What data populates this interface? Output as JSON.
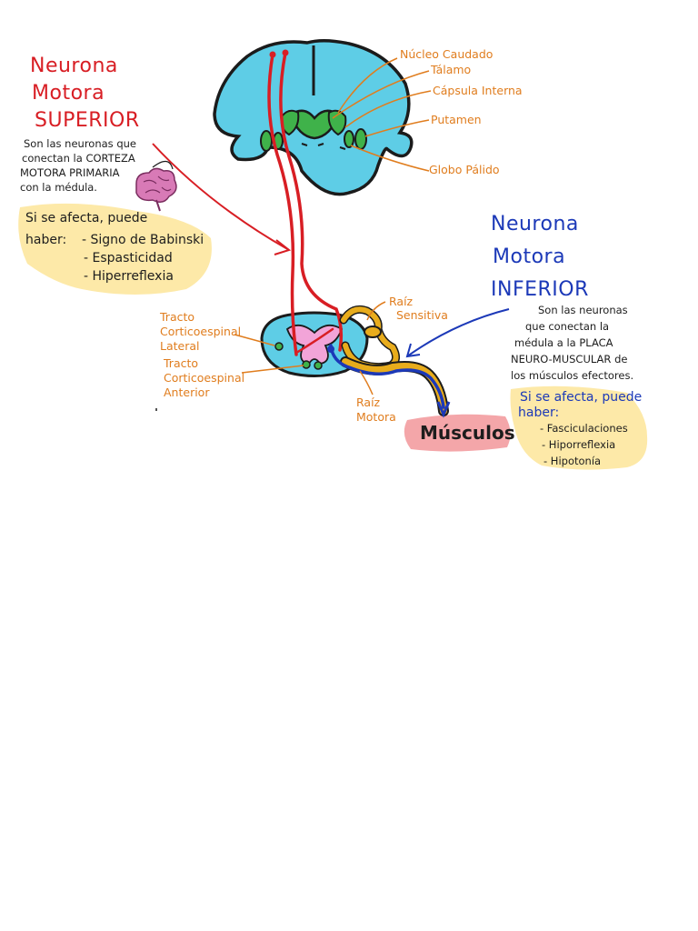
{
  "upper_neuron": {
    "title_line1": "Neurona",
    "title_line2": "Motora",
    "title_line3": "SUPERIOR",
    "desc_line1": "Son las neuronas que",
    "desc_line2": "conectan la CORTEZA",
    "desc_line3": "MOTORA PRIMARIA",
    "desc_line4": "con la médula.",
    "effects_title_line1": "Si se afecta, puede",
    "effects_title_line2": "haber:",
    "effects": [
      "- Signo de Babinski",
      "- Espasticidad",
      "- Hiperreflexia"
    ]
  },
  "lower_neuron": {
    "title_line1": "Neurona",
    "title_line2": "Motora",
    "title_line3": "INFERIOR",
    "desc_line1": "Son las neuronas",
    "desc_line2": "que conectan la",
    "desc_line3": "médula a la PLACA",
    "desc_line4": "NEURO-MUSCULAR de",
    "desc_line5": "los músculos efectores.",
    "effects_title_line1": "Si se afecta, puede",
    "effects_title_line2": "haber:",
    "effects": [
      "- Fasciculaciones",
      "- Hiporreflexia",
      "- Hipotonía"
    ]
  },
  "brain_labels": {
    "caudate": "Núcleo Caudado",
    "thalamus": "Tálamo",
    "internal_capsule": "Cápsula Interna",
    "putamen": "Putamen",
    "globus_pallidus": "Globo Pálido"
  },
  "spinal_labels": {
    "lateral_l1": "Tracto",
    "lateral_l2": "Corticoespinal",
    "lateral_l3": "Lateral",
    "anterior_l1": "Tracto",
    "anterior_l2": "Corticoespinal",
    "anterior_l3": "Anterior",
    "sensory_l1": "Raíz",
    "sensory_l2": "Sensitiva",
    "motor_l1": "Raíz",
    "motor_l2": "Motora"
  },
  "muscles_label": "Músculos",
  "colors": {
    "upper": "#d81e24",
    "lower": "#1c39b8",
    "labels": "#e07d1e",
    "brain_fill": "#5ecde6",
    "nuclei": "#3fb24a",
    "sensory_root": "#e8ac1c",
    "highlight": "#fde9a8",
    "muscle_bg": "#f4a6a9",
    "gray_matter": "#f2a4d8"
  }
}
